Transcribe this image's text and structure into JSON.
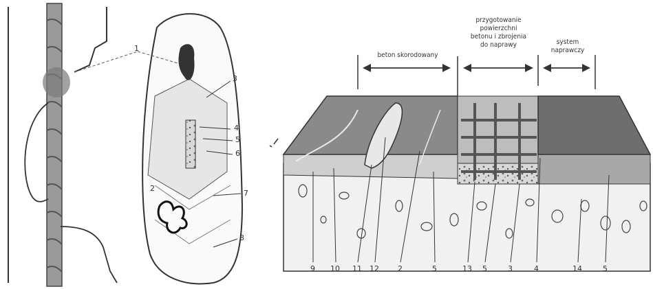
{
  "headers": {
    "corroded": "beton skorodowany",
    "prep": [
      "przygotowanie",
      "powierzchni",
      "betonu i zbrojenia",
      "do naprawy"
    ],
    "system": [
      "system",
      "naprawczy"
    ]
  },
  "left_callouts": [
    "1",
    "3",
    "4",
    "5",
    "6",
    "7",
    "8",
    "2"
  ],
  "bottom_callouts": [
    "9",
    "10",
    "11",
    "12",
    "2",
    "5",
    "13",
    "5",
    "3",
    "4",
    "14",
    "5"
  ],
  "colors": {
    "ink": "#333333",
    "slab_top": "#8a8a8a",
    "slab_side": "#cfcfcf",
    "repair_top": "#6e6e6e"
  }
}
